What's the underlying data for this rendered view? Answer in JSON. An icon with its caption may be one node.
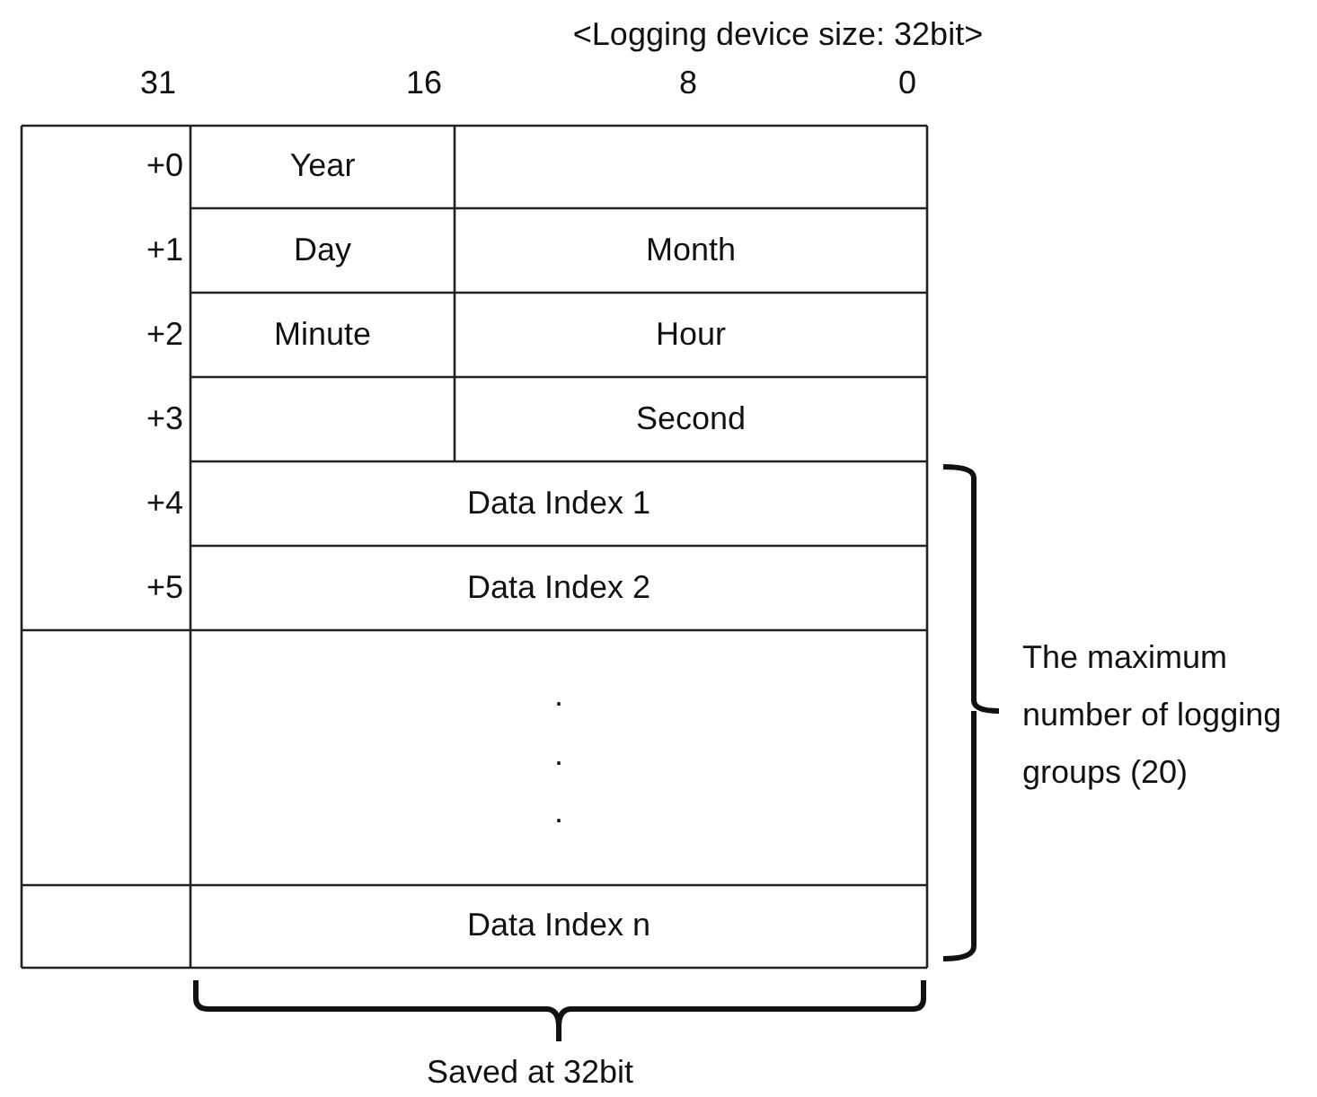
{
  "diagram": {
    "title": "<Logging device size: 32bit>",
    "labels": [
      "31",
      "16",
      "8",
      "0",
      "+0",
      "Year",
      "+1",
      "Day",
      "Month",
      "+2",
      "Minute",
      "Hour",
      "+3",
      "Second",
      "+4",
      "Data Index 1",
      "+5",
      "Data Index 2",
      ".",
      ".",
      ".",
      "Data Index n",
      "The maximum number of logging groups (20)",
      "Saved at 32bit"
    ]
  }
}
